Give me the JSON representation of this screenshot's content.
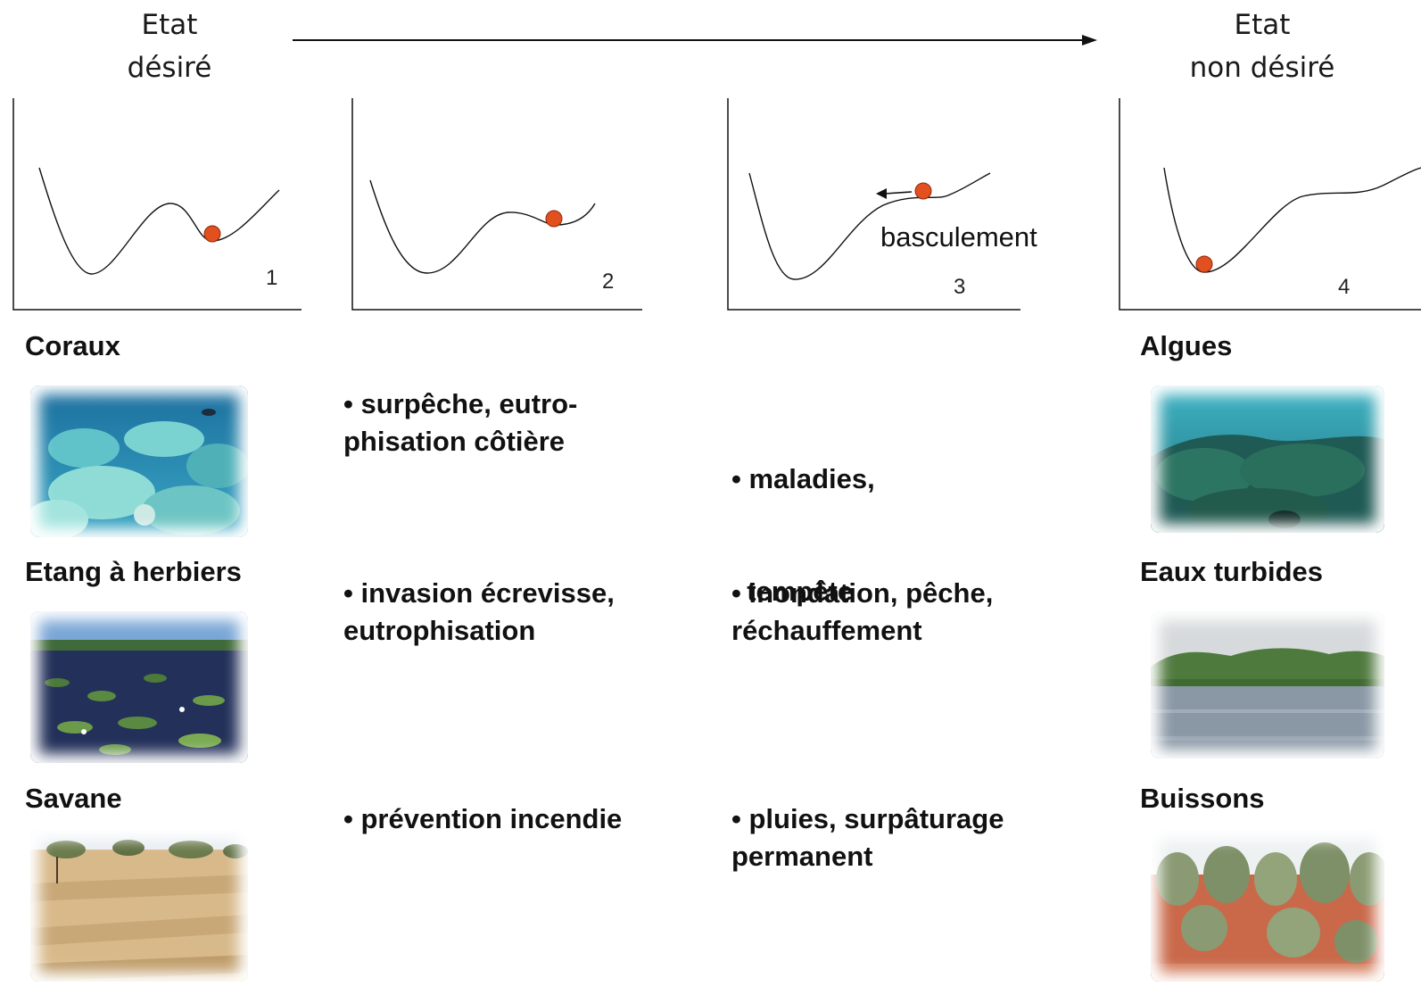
{
  "header": {
    "left_line1": "Etat",
    "left_line2": "désiré",
    "right_line1": "Etat",
    "right_line2": "non désiré"
  },
  "panels": [
    {
      "number": "1"
    },
    {
      "number": "2"
    },
    {
      "number": "3",
      "label": "basculement"
    },
    {
      "number": "4"
    }
  ],
  "rows": [
    {
      "desired": "Coraux",
      "cause_stage2": [
        "• surpêche, eutro-",
        "phisation côtière"
      ],
      "cause_stage3": [
        "• maladies,",
        "  tempête"
      ],
      "undesired": "Algues"
    },
    {
      "desired": "Etang à herbiers",
      "cause_stage2": [
        "• invasion écrevisse,",
        "eutrophisation"
      ],
      "cause_stage3": [
        "• inondation, pêche,",
        "réchauffement"
      ],
      "undesired": "Eaux turbides"
    },
    {
      "desired": "Savane",
      "cause_stage2": [
        "• prévention incendie"
      ],
      "cause_stage3": [
        "• pluies, surpâturage",
        "permanent"
      ],
      "undesired": "Buissons"
    }
  ],
  "colors": {
    "ball": "#e2501f",
    "ball_stroke": "#8a2a0a",
    "line": "#111111"
  }
}
